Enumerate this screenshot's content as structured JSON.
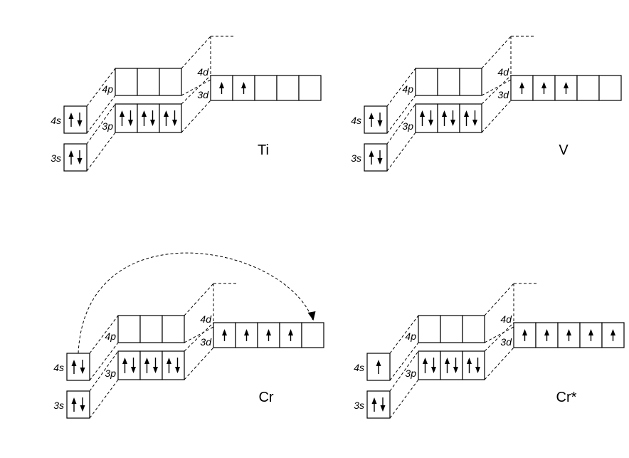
{
  "panels": [
    {
      "element": "Ti",
      "labels": {
        "s4": "4s",
        "s3": "3s",
        "p3": "3p",
        "p4": "4p",
        "d3": "3d",
        "d4": "4d"
      },
      "occupancy": {
        "s3": [
          "ud"
        ],
        "s4": [
          "ud"
        ],
        "p3": [
          "ud",
          "ud",
          "ud"
        ],
        "p4": [
          "",
          "",
          ""
        ],
        "d3": [
          "u",
          "u",
          "",
          "",
          ""
        ]
      },
      "transition": false
    },
    {
      "element": "V",
      "labels": {
        "s4": "4s",
        "s3": "3s",
        "p3": "3p",
        "p4": "4p",
        "d3": "3d",
        "d4": "4d"
      },
      "occupancy": {
        "s3": [
          "ud"
        ],
        "s4": [
          "ud"
        ],
        "p3": [
          "ud",
          "ud",
          "ud"
        ],
        "p4": [
          "",
          "",
          ""
        ],
        "d3": [
          "u",
          "u",
          "u",
          "",
          ""
        ]
      },
      "transition": false
    },
    {
      "element": "Cr",
      "labels": {
        "s4": "4s",
        "s3": "3s",
        "p3": "3p",
        "p4": "4p",
        "d3": "3d",
        "d4": "4d"
      },
      "occupancy": {
        "s3": [
          "ud"
        ],
        "s4": [
          "ud"
        ],
        "p3": [
          "ud",
          "ud",
          "ud"
        ],
        "p4": [
          "",
          "",
          ""
        ],
        "d3": [
          "u",
          "u",
          "u",
          "u",
          ""
        ]
      },
      "transition": true
    },
    {
      "element": "Cr*",
      "labels": {
        "s4": "4s",
        "s3": "3s",
        "p3": "3p",
        "p4": "4p",
        "d3": "3d",
        "d4": "4d"
      },
      "occupancy": {
        "s3": [
          "ud"
        ],
        "s4": [
          "u"
        ],
        "p3": [
          "ud",
          "ud",
          "ud"
        ],
        "p4": [
          "",
          "",
          ""
        ],
        "d3": [
          "u",
          "u",
          "u",
          "u",
          "u"
        ]
      },
      "transition": false
    }
  ]
}
